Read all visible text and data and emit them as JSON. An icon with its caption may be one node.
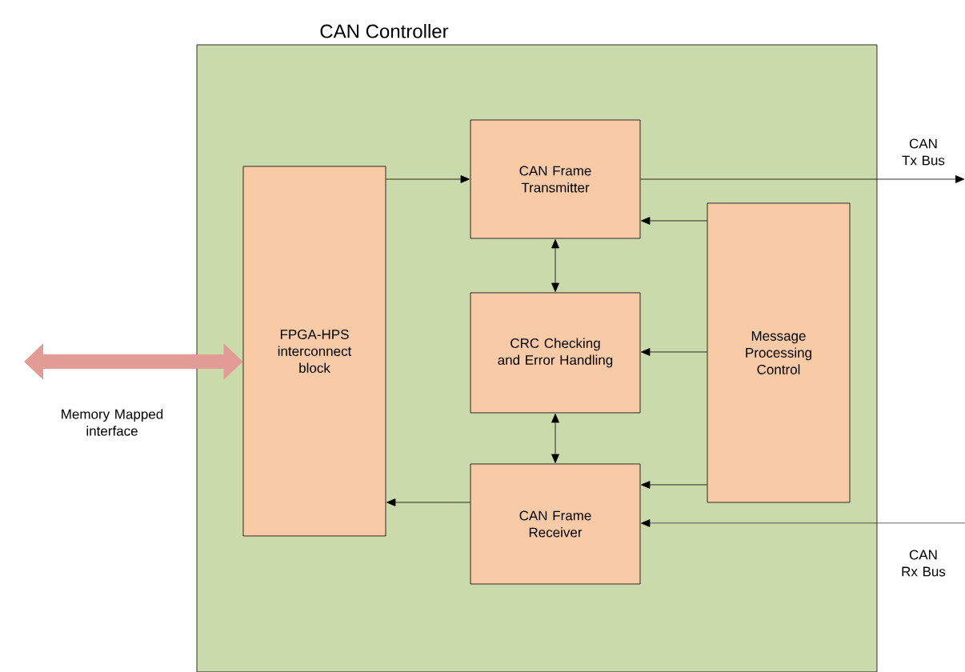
{
  "diagram": {
    "nodes": [
      {
        "text": [
          "CAN Controller"
        ]
      },
      {
        "text": [
          "FPGA-HPS interconnect block"
        ],
        "in": 0
      },
      {
        "text": [
          "CAN Frame Transmitter"
        ],
        "in": 0
      },
      {
        "text": [
          "CRC Checking and Error Handling"
        ],
        "in": 0
      },
      {
        "text": [
          "CAN Frame Receiver"
        ],
        "in": 0
      },
      {
        "text": [
          "Message Processing Control"
        ],
        "in": 0
      }
    ],
    "edges": [
      {
        "from": 1,
        "to": 2,
        "arrow": "to"
      },
      {
        "from": 2,
        "to": null,
        "arrow": "to",
        "label": "CAN Tx Bus"
      },
      {
        "from": 5,
        "to": 2,
        "arrow": "to"
      },
      {
        "from": 2,
        "to": 3,
        "arrow": "both"
      },
      {
        "from": 5,
        "to": 3,
        "arrow": "to"
      },
      {
        "from": 3,
        "to": 4,
        "arrow": "both"
      },
      {
        "from": 5,
        "to": 4,
        "arrow": "to"
      },
      {
        "from": 4,
        "to": 1,
        "arrow": "to"
      },
      {
        "from": null,
        "to": 4,
        "arrow": "to",
        "label": "CAN Rx Bus"
      },
      {
        "from": null,
        "to": 1,
        "arrow": "both",
        "style": "thick",
        "color": "#e39b95",
        "label": "Memory Mapped interface"
      }
    ]
  }
}
